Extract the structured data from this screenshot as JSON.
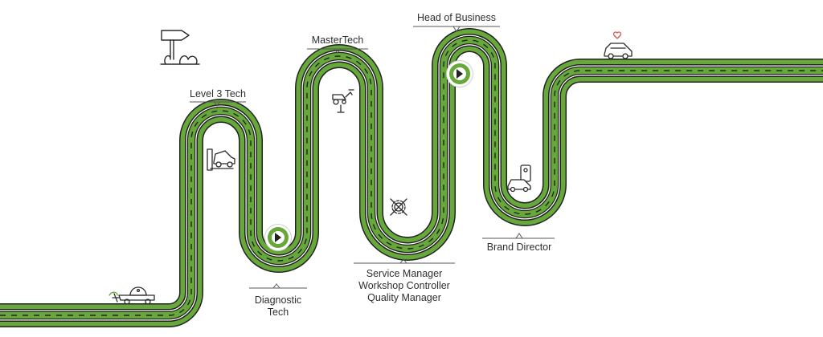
{
  "career_path": {
    "labels": {
      "level3": "Level 3 Tech",
      "mastertech": "MasterTech",
      "head_business": "Head of Business",
      "diagnostic_line1": "Diagnostic",
      "diagnostic_line2": "Tech",
      "service_line1": "Service Manager",
      "service_line2": "Workshop Controller",
      "service_line3": "Quality Manager",
      "brand_director": "Brand Director"
    },
    "colors": {
      "road_green": "#66a83a",
      "road_dark": "#222222",
      "leader_line": "#555555",
      "icon_stroke": "#2b2b2b",
      "heart": "#d9534f"
    },
    "icons": [
      "signpost-icon",
      "tractor-icon",
      "car-lift-icon",
      "harvester-icon",
      "gear-tools-icon",
      "car-phone-icon",
      "car-heart-icon",
      "play-icon"
    ]
  }
}
